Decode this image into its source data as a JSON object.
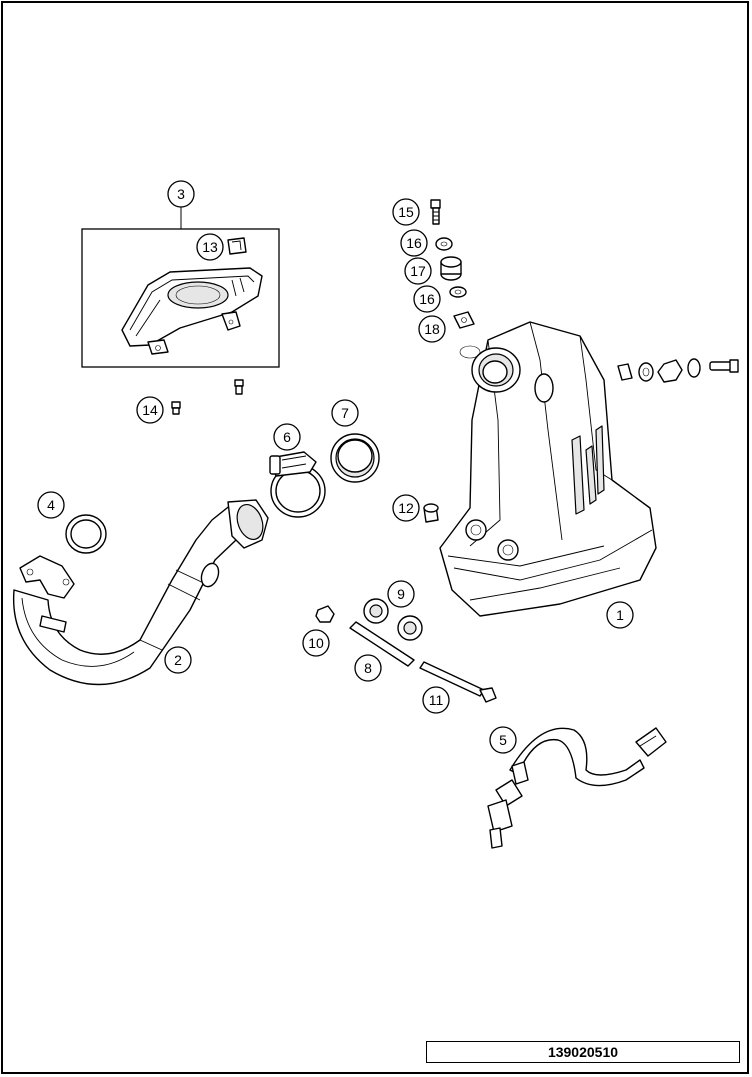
{
  "document_number": "139020510",
  "callouts": [
    {
      "label": "1",
      "part": "silencer"
    },
    {
      "label": "2",
      "part": "header-pipe"
    },
    {
      "label": "3",
      "part": "heat-shield-assembly"
    },
    {
      "label": "4",
      "part": "gasket-ring"
    },
    {
      "label": "5",
      "part": "oxygen-sensor"
    },
    {
      "label": "6",
      "part": "hose-clamp"
    },
    {
      "label": "7",
      "part": "sleeve"
    },
    {
      "label": "8",
      "part": "spacer-tube"
    },
    {
      "label": "9",
      "part": "rubber-bushing"
    },
    {
      "label": "10",
      "part": "nut"
    },
    {
      "label": "11",
      "part": "long-bolt"
    },
    {
      "label": "12",
      "part": "rubber-plug"
    },
    {
      "label": "13",
      "part": "clip"
    },
    {
      "label": "14",
      "part": "screw"
    },
    {
      "label": "15",
      "part": "bolt"
    },
    {
      "label": "16",
      "part": "washer"
    },
    {
      "label": "17",
      "part": "rubber-grommet"
    },
    {
      "label": "16",
      "part": "washer"
    },
    {
      "label": "18",
      "part": "spring-clip"
    }
  ]
}
